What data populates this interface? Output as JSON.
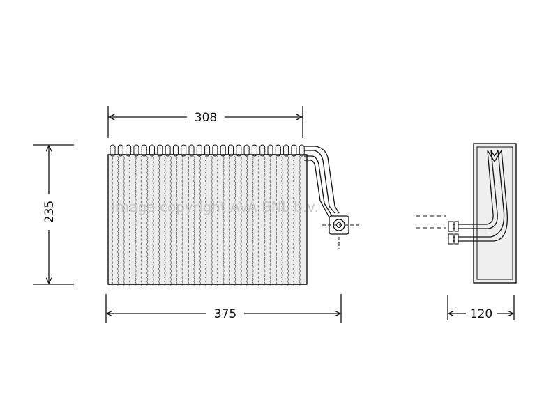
{
  "dimensions": {
    "top_width": "308",
    "bottom_width": "375",
    "height": "235",
    "depth": "120"
  },
  "watermark": "Image copyright AVA BNL b.v.",
  "colors": {
    "line": "#111111",
    "fin_fill": "#e9e9e9",
    "watermark": "#c8c8c8"
  }
}
